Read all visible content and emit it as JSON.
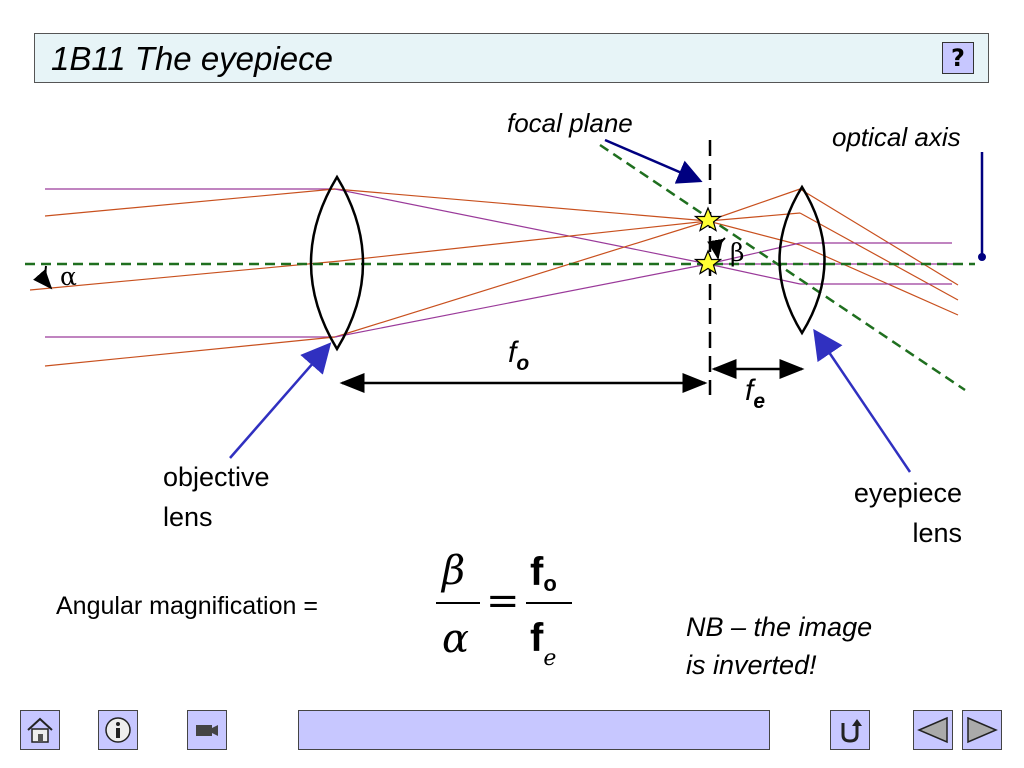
{
  "title": "1B11 The eyepiece",
  "help_label": "?",
  "labels": {
    "focal_plane": "focal plane",
    "optical_axis": "optical axis",
    "alpha": "α",
    "beta": "β",
    "fo_main": "f",
    "fo_sub": "o",
    "fe_main": "f",
    "fe_sub": "e",
    "objective_line1": "objective",
    "objective_line2": "lens",
    "eyepiece_line1": "eyepiece",
    "eyepiece_line2": "lens"
  },
  "formula": {
    "lhs": "Angular magnification =",
    "num_left": "β",
    "den_left": "α",
    "equals": "=",
    "num_right_main": "f",
    "num_right_sub": "o",
    "den_right_main": "f",
    "den_right_sub": "e"
  },
  "note": {
    "line1": "NB – the image",
    "line2": "is inverted!"
  },
  "colors": {
    "ray_orange": "#c8501e",
    "ray_purple": "#9a3a9a",
    "axis_green": "#1f6f1f",
    "arrow_blue": "#3030c0",
    "marker_navy": "#000080",
    "star_yellow": "#ffff33",
    "button_fill": "#c7c7ff"
  },
  "nav": {
    "home": "home-icon",
    "info": "info-icon",
    "video": "camera-icon",
    "return": "return-icon",
    "prev": "prev-arrow-icon",
    "next": "next-arrow-icon"
  }
}
